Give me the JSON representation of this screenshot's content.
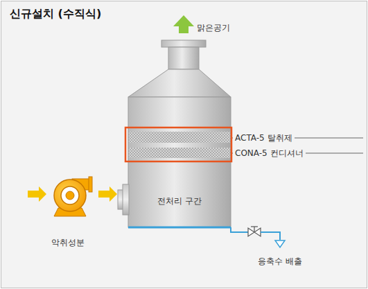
{
  "diagram": {
    "title": "신규설치 (수직식)",
    "labels": [
      "맑은공기",
      "ACTA-5 탈취제",
      "CONA-5 컨디셔너",
      "전처리 구간",
      "악취성분",
      "응축수 배출"
    ]
  }
}
